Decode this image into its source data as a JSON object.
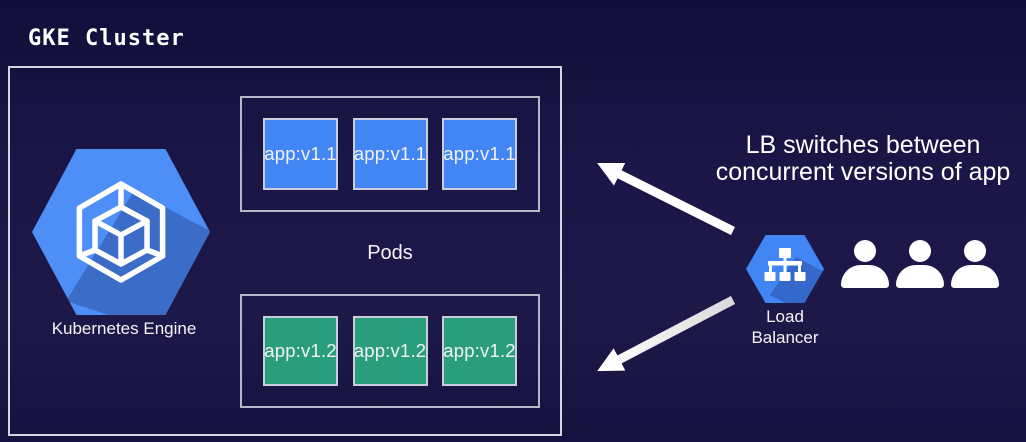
{
  "diagram": {
    "title": "GKE Cluster",
    "kubernetes_engine": {
      "label": "Kubernetes Engine",
      "icon": "gke-hexagon-cube-icon"
    },
    "pods": {
      "label": "Pods",
      "v1_group": {
        "items": [
          "app:v1.1",
          "app:v1.1",
          "app:v1.1"
        ],
        "color": "#4285f4"
      },
      "v2_group": {
        "items": [
          "app:v1.2",
          "app:v1.2",
          "app:v1.2"
        ],
        "color": "#2a9d7d"
      }
    },
    "load_balancer": {
      "label_line1": "Load",
      "label_line2": "Balancer",
      "icon": "load-balancer-hexagon-icon"
    },
    "annotation": {
      "line1": "LB switches between",
      "line2": "concurrent versions of app"
    },
    "users_count": 3,
    "colors": {
      "background_top": "#110e3a",
      "background_bottom": "#1d1848",
      "hexagon_blue": "#4285f4",
      "pod_v1_blue": "#4285f4",
      "pod_v2_green": "#2a9d7d",
      "box_border_light": "#d5d5e0",
      "text": "#ffffff"
    }
  }
}
